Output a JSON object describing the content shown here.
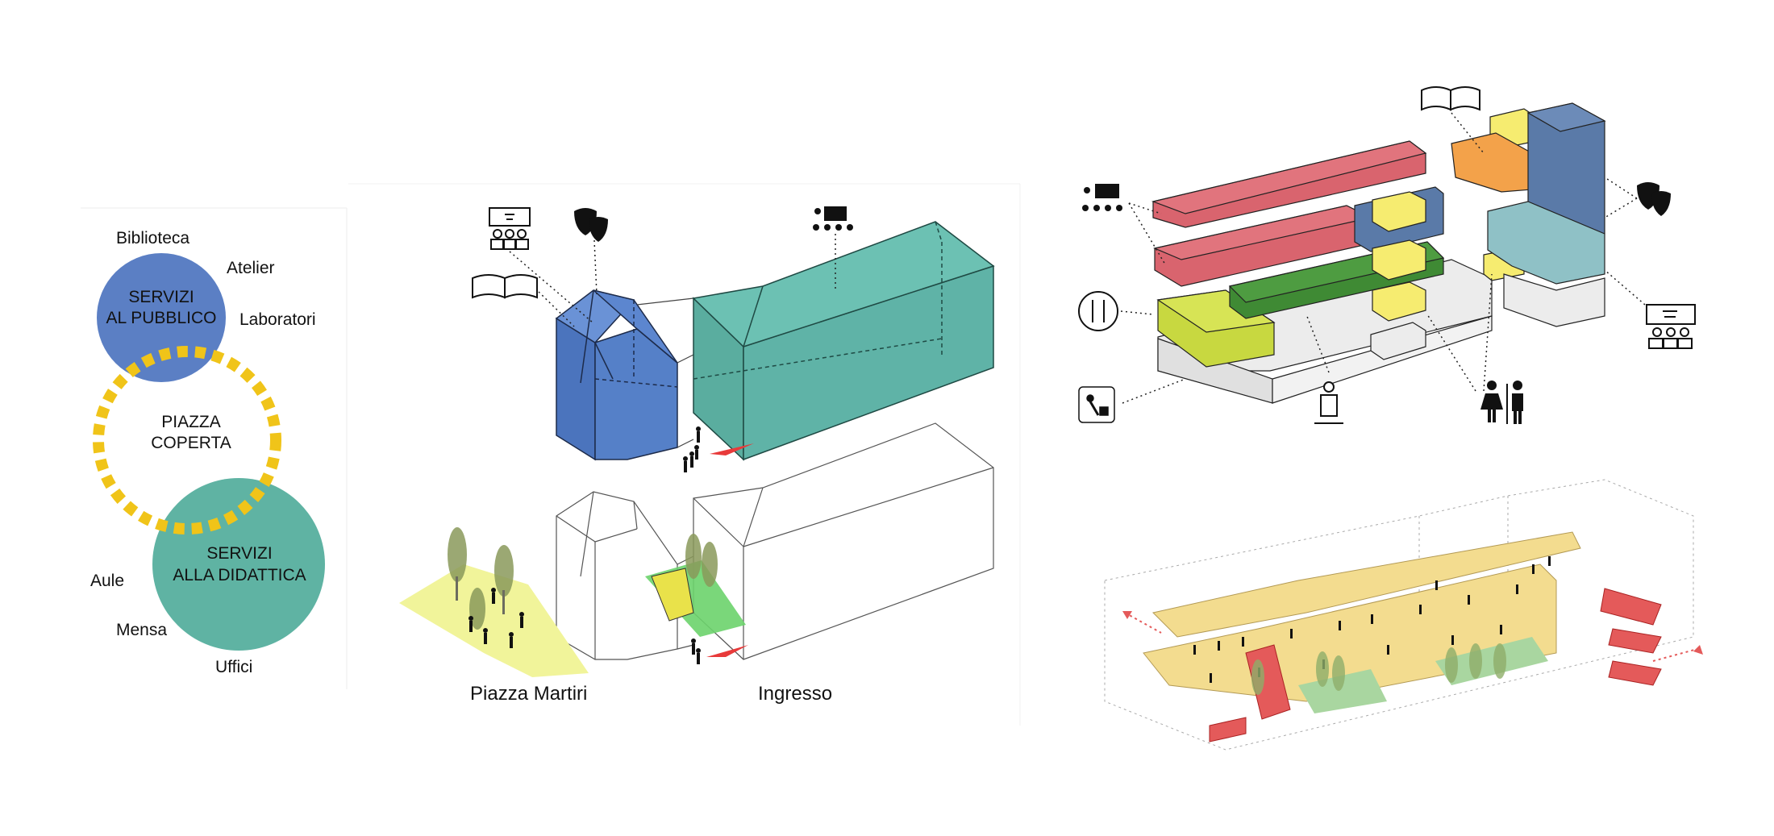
{
  "concept": {
    "circle_public": {
      "line1": "SERVIZI",
      "line2": "AL PUBBLICO",
      "color": "#5b7fc4"
    },
    "circle_piazza": {
      "line1": "PIAZZA",
      "line2": "COPERTA",
      "color": "#f0c419"
    },
    "circle_didactic": {
      "line1": "SERVIZI",
      "line2": "ALLA DIDATTICA",
      "color": "#5fb3a3"
    },
    "labels_public": [
      "Biblioteca",
      "Atelier",
      "Laboratori"
    ],
    "labels_didactic": [
      "Aule",
      "Mensa",
      "Uffici"
    ]
  },
  "site_diagram": {
    "label_square": "Piazza Martiri",
    "label_entrance": "Ingresso",
    "colors": {
      "blue_volume": "#5580c8",
      "teal_volume": "#5fb3a7",
      "square": "#f1f49a",
      "garden": "#6bd36b",
      "arrow": "#e83a3a"
    },
    "icons": [
      "auditorium-icon",
      "theatre-masks-icon",
      "book-icon",
      "teacher-class-icon"
    ]
  },
  "program_axonometric": {
    "colors": {
      "red": "#d9646e",
      "blue": "#5a7aa8",
      "yellow": "#f6ec70",
      "green": "#3f8a34",
      "lime": "#c8d840",
      "orange": "#f3a24a",
      "light_teal": "#8fc1c6",
      "grey": "#e6e6e6"
    },
    "icons": [
      "book-icon",
      "theatre-masks-icon",
      "teacher-class-icon",
      "dining-icon",
      "auditorium-icon",
      "service-trolley-icon",
      "staff-person-icon",
      "restroom-icon"
    ]
  },
  "circulation_axonometric": {
    "colors": {
      "floor": "#f3dc8f",
      "stairs": "#e45a5a",
      "green_area": "#a9d6a0"
    }
  }
}
